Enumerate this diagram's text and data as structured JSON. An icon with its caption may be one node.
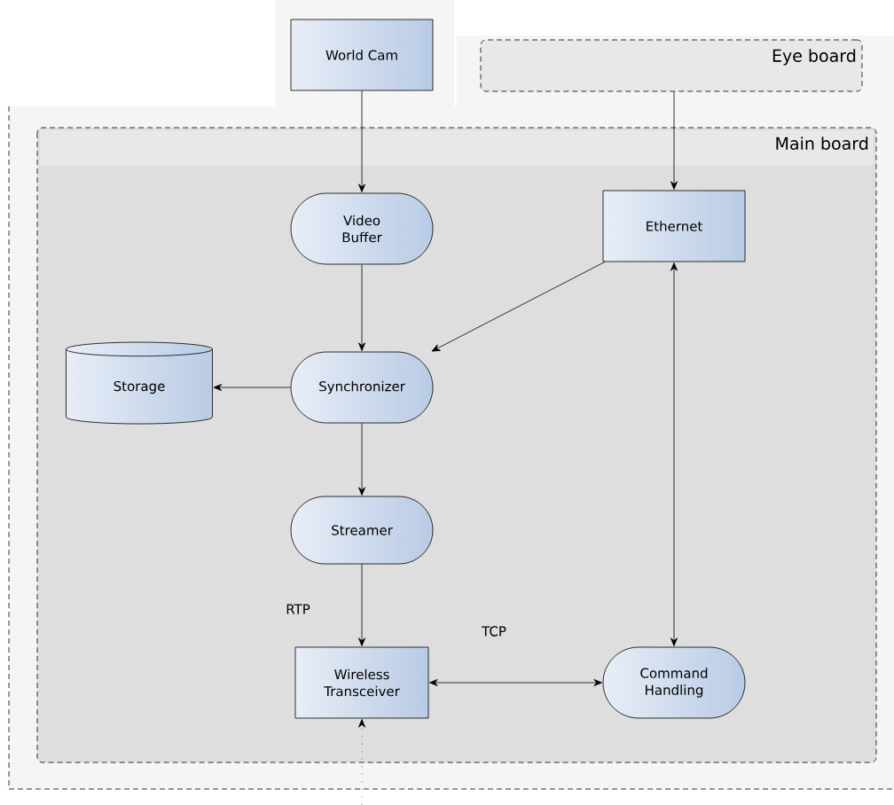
{
  "diagram": {
    "nodes": [
      {
        "text": [
          "World Cam"
        ]
      },
      {
        "text": [
          "Eye board"
        ]
      },
      {
        "text": [],
        "shape": "box"
      },
      {
        "text": [
          "Main board"
        ],
        "in": 2
      },
      {
        "text": [
          "Video Buffer"
        ],
        "in": 3
      },
      {
        "text": [
          "Ethernet"
        ],
        "in": 3
      },
      {
        "text": [
          "Storage"
        ],
        "in": 3
      },
      {
        "text": [
          "Synchronizer"
        ],
        "in": 3
      },
      {
        "text": [
          "Streamer"
        ],
        "in": 3
      },
      {
        "text": [
          "Wireless Transceiver"
        ],
        "in": 3
      },
      {
        "text": [
          "Command Handling"
        ],
        "in": 3
      }
    ],
    "edges": [
      {
        "from": 0,
        "to": 4,
        "arrow": "to"
      },
      {
        "from": 1,
        "to": 5,
        "arrow": "to"
      },
      {
        "from": 4,
        "to": 7,
        "arrow": "to"
      },
      {
        "from": 5,
        "to": 7,
        "arrow": "to"
      },
      {
        "from": 7,
        "to": 6,
        "arrow": "to"
      },
      {
        "from": 7,
        "to": 8,
        "arrow": "to"
      },
      {
        "from": 8,
        "to": 9,
        "arrow": "to",
        "label": "RTP"
      },
      {
        "from": 9,
        "to": 10,
        "arrow": "both",
        "label": "TCP"
      },
      {
        "from": 5,
        "to": 10,
        "arrow": "both"
      },
      {
        "from": null,
        "to": 9,
        "arrow": "to",
        "style": "dashed"
      }
    ]
  }
}
